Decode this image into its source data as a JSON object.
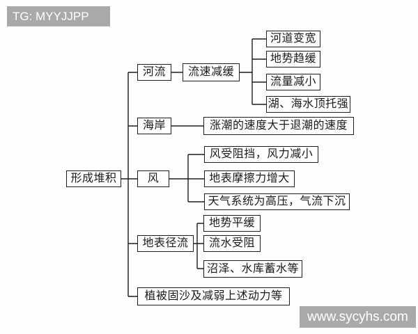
{
  "diagram": {
    "root_label": "形成堆积",
    "branches": [
      {
        "label": "河流",
        "middle": "流速减缓",
        "leaves": [
          "河道变宽",
          "地势趋缓",
          "流量减小",
          "湖、海水顶托强"
        ]
      },
      {
        "label": "海岸",
        "leaves": [
          "涨潮的速度大于退潮的速度"
        ]
      },
      {
        "label": "风",
        "leaves": [
          "风受阻挡，风力减小",
          "地表摩擦力增大",
          "天气系统为高压，气流下沉"
        ]
      },
      {
        "label": "地表径流",
        "leaves": [
          "地势平缓",
          "流水受阻",
          "沼泽、水库蓄水等"
        ]
      },
      {
        "label": "植被固沙及减弱上述动力等",
        "leaves": []
      }
    ]
  },
  "watermarks": {
    "top_left": "TG: MYYJJPP",
    "bottom_right": "www.sycyhs.com"
  },
  "colors": {
    "background": "#fefefe",
    "line": "#1c1c1c",
    "box_border": "#1c1c1c",
    "text": "#1a1a1a",
    "watermark_bg": "#a9a9a9",
    "watermark_text": "#ffffff"
  }
}
